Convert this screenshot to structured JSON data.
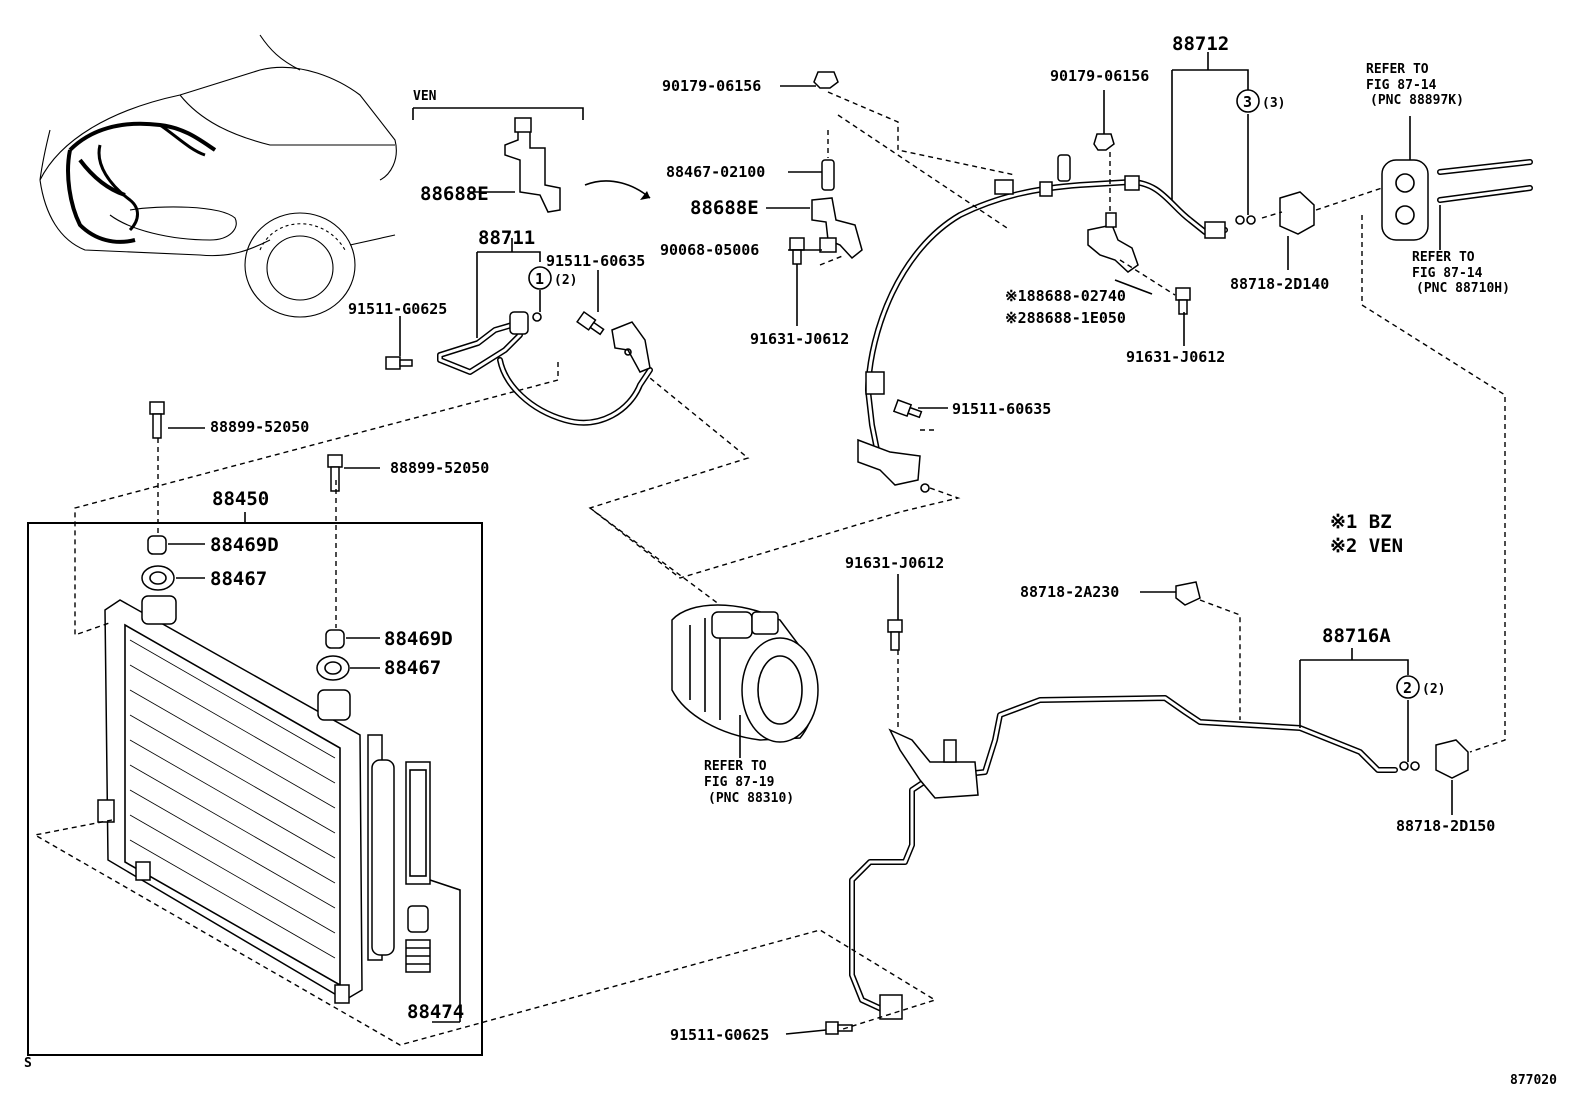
{
  "labels": {
    "ven_header": "VEN",
    "p88688E_a": "88688E",
    "p88688E_b": "88688E",
    "p88711": "88711",
    "p91511_60635_a": "91511-60635",
    "p91511_G0625_a": "91511-G0625",
    "circle1": "1",
    "circle1_qty": "(2)",
    "p90179_a": "90179-06156",
    "p88467_02100": "88467-02100",
    "p90068": "90068-05006",
    "p91631_a": "91631-J0612",
    "p88712": "88712",
    "p90179_b": "90179-06156",
    "circle3": "3",
    "circle3_qty": "(3)",
    "refer1_line1": "REFER TO",
    "refer1_line2": "FIG 87-14",
    "refer1_line3": "(PNC 88897K)",
    "refer2_line1": "REFER TO",
    "refer2_line2": "FIG 87-14",
    "refer2_line3": "(PNC 88710H)",
    "p88718_2D140": "88718-2D140",
    "note1_part": "※188688-02740",
    "note2_part": "※288688-1E050",
    "p91631_b": "91631-J0612",
    "p91511_60635_b": "91511-60635",
    "p88899_a": "88899-52050",
    "p88899_b": "88899-52050",
    "p88450": "88450",
    "p88469D_a": "88469D",
    "p88467_a": "88467",
    "p88469D_b": "88469D",
    "p88467_b": "88467",
    "p88474": "88474",
    "refer3_line1": "REFER TO",
    "refer3_line2": "FIG 87-19",
    "refer3_line3": "(PNC 88310)",
    "p91631_c": "91631-J0612",
    "p88718_2A230": "88718-2A230",
    "legend1": "※1 BZ",
    "legend2": "※2 VEN",
    "p88716A": "88716A",
    "circle2": "2",
    "circle2_qty": "(2)",
    "p88718_2D150": "88718-2D150",
    "p91511_G0625_b": "91511-G0625",
    "corner_s": "S",
    "fig_number": "877020"
  }
}
